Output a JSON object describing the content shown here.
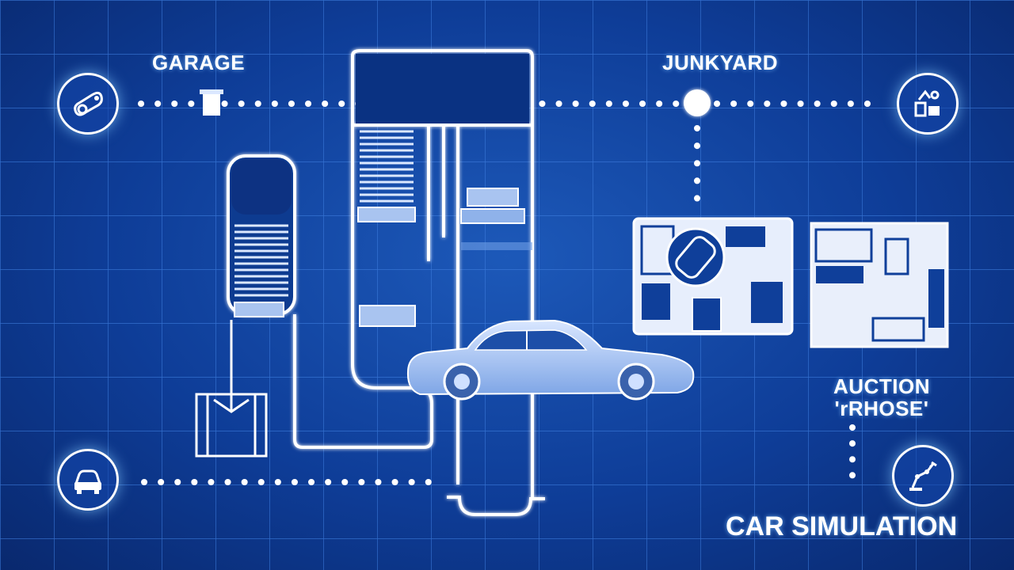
{
  "labels": {
    "garage": "GARAGE",
    "junkyard": "JUNKYARD",
    "auction_line1": "AUCTION",
    "auction_line2": "'rRHOSE'",
    "title": "CAR SIMULATION"
  },
  "icons": {
    "top_left": "steering-wheel-icon",
    "top_right": "mechanic-tools-icon",
    "bottom_left": "car-front-icon",
    "bottom_right": "robotic-arm-icon"
  },
  "colors": {
    "background": "#0f3f9a",
    "grid": "#3c78d8",
    "line": "#ffffff",
    "accent": "#dbe8ff"
  }
}
